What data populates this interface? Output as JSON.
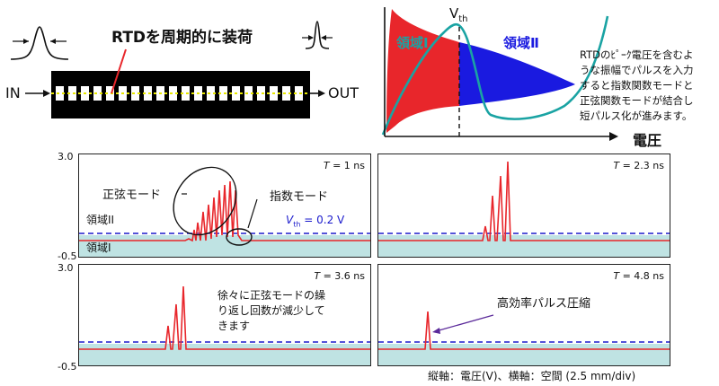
{
  "top_left": {
    "title": "RTDを周期的に装荷",
    "in_label": "IN",
    "out_label": "OUT"
  },
  "top_right": {
    "vth_label": "V",
    "vth_sub": "th",
    "region1": "領域Ⅰ",
    "region2": "領域Ⅱ",
    "voltage_axis": "電圧",
    "description_lines": [
      "RTDのﾋﾟｰｸ電圧を含むよ",
      "うな振幅でパルスを入力",
      "すると指数関数モードと",
      "正弦関数モードが結合し",
      "短パルス化が進みます。"
    ]
  },
  "panels": {
    "y_top": "3.0",
    "y_bottom": "-0.5",
    "time_labels": [
      "1 ns",
      "2.3 ns",
      "3.6 ns",
      "4.8 ns"
    ],
    "t_symbol": "T",
    "eq": " = ",
    "sine_mode": "正弦モード",
    "exp_mode": "指数モード",
    "region2": "領域II",
    "region1": "領域I",
    "vth_text": "V",
    "vth_sub": "th",
    "vth_value": " = 0.2 V",
    "repeat_note_lines": [
      "徐々に正弦モードの繰",
      "り返し回数が減少して",
      "きます"
    ],
    "compression": "高効率パルス圧縮"
  },
  "footer": "縦軸：電圧(V)、横軸：空間 (2.5 mm/div)",
  "colors": {
    "red": "#e8262b",
    "blue": "#1010cc",
    "teal": "#1aa3a3",
    "cyan_fill": "#bfe3e3",
    "dashed_blue": "#1a1acc",
    "purple": "#5b2a9a"
  }
}
